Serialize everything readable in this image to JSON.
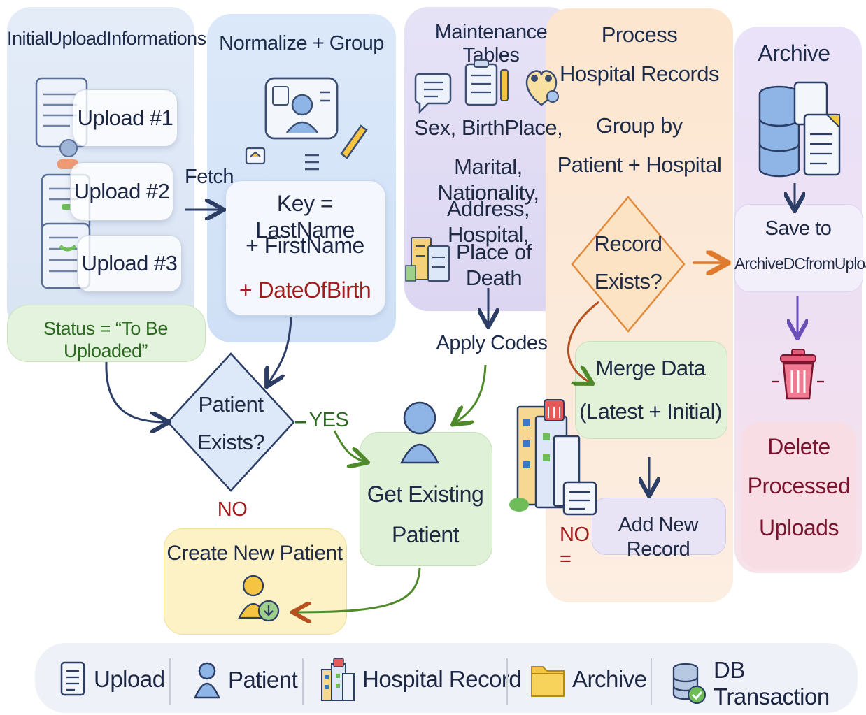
{
  "columns": {
    "initial": {
      "title": "InitialUploadInformations",
      "uploads": [
        "Upload #1",
        "Upload #2",
        "Upload #3"
      ],
      "status": "Status = “To Be Uploaded”"
    },
    "normalize": {
      "title": "Normalize + Group",
      "fetch_label": "Fetch",
      "key_line1": "Key = LastName",
      "key_line2": "+ FirstName",
      "key_line3": "+ DateOfBirth"
    },
    "maintenance": {
      "title": "Maintenance Tables",
      "line1": "Sex, BirthPlace,",
      "line2": "Marital, Nationality,",
      "line3": "Address, Hospital,",
      "line4": "Place of Death",
      "apply_codes": "Apply Codes"
    },
    "process": {
      "title_line1": "Process",
      "title_line2": "Hospital Records",
      "group_line1": "Group by",
      "group_line2": "Patient + Hospital",
      "decision_line1": "Record",
      "decision_line2": "Exists?",
      "merge_line1": "Merge Data",
      "merge_line2": "(Latest + Initial)",
      "no_label": "NO =",
      "add_new": "Add New Record"
    },
    "archive": {
      "title": "Archive",
      "save_line1": "Save to",
      "save_line2": "ArchiveDCfromUpload",
      "delete_line1": "Delete",
      "delete_line2": "Processed",
      "delete_line3": "Uploads"
    }
  },
  "patient_flow": {
    "decision_line1": "Patient",
    "decision_line2": "Exists?",
    "yes_label": "YES",
    "no_label": "NO",
    "get_existing_line1": "Get Existing",
    "get_existing_line2": "Patient",
    "create_new": "Create New Patient"
  },
  "legend": [
    {
      "icon": "document-icon",
      "label": "Upload"
    },
    {
      "icon": "person-icon",
      "label": "Patient"
    },
    {
      "icon": "building-icon",
      "label": "Hospital Record"
    },
    {
      "icon": "folder-icon",
      "label": "Archive"
    },
    {
      "icon": "database-check-icon",
      "label": "DB Transaction"
    }
  ],
  "colors": {
    "navy_arrow": "#2c3e66",
    "green_arrow": "#4f8a2a",
    "red_text": "#a01d1d",
    "orange_arrow": "#e07a2c",
    "purple_arrow": "#6b4fb8",
    "status_green": "#2e6b22"
  }
}
